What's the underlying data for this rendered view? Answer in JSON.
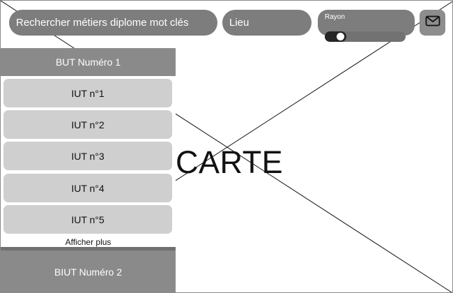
{
  "search": {
    "keywords_placeholder": "Rechercher métiers diplome mot clés",
    "location_placeholder": "Lieu"
  },
  "radius": {
    "label": "Rayon"
  },
  "map": {
    "title": "CARTE"
  },
  "sidebar": {
    "group_1": "BUT Numéro 1",
    "items": [
      {
        "label": "IUT n°1"
      },
      {
        "label": "IUT n°2"
      },
      {
        "label": "IUT n°3"
      },
      {
        "label": "IUT n°4"
      },
      {
        "label": "IUT n°5"
      }
    ],
    "show_more": "Afficher plus",
    "group_2": "BIUT Numéro 2"
  },
  "icons": {
    "mail": "mail-icon"
  },
  "colors": {
    "pill": "#7d7d7d",
    "header": "#8a8a8a",
    "item": "#cfcfcf",
    "toggle": "#262626"
  }
}
